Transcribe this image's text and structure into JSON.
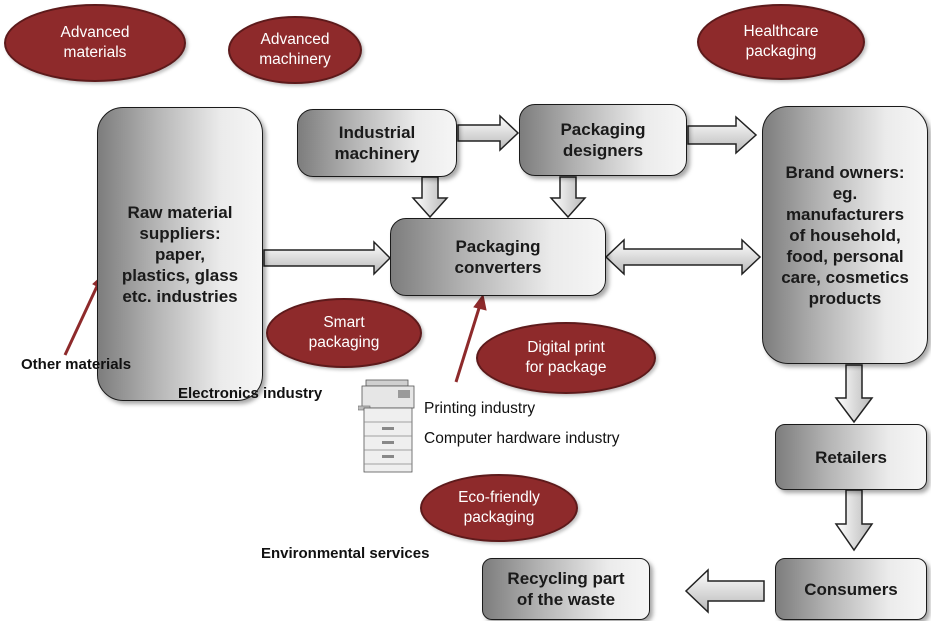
{
  "boxes": {
    "raw_material": "Raw material\nsuppliers:\npaper,\nplastics, glass\netc. industries",
    "industrial_machinery": "Industrial\nmachinery",
    "packaging_designers": "Packaging\ndesigners",
    "packaging_converters": "Packaging\nconverters",
    "brand_owners": "Brand owners:\neg.\nmanufacturers\nof household,\nfood, personal\ncare, cosmetics\nproducts",
    "retailers": "Retailers",
    "consumers": "Consumers",
    "recycling": "Recycling part\nof the waste"
  },
  "ovals": {
    "advanced_materials": "Advanced\nmaterials",
    "advanced_machinery": "Advanced\nmachinery",
    "healthcare_packaging": "Healthcare\npackaging",
    "smart_packaging": "Smart\npackaging",
    "digital_print": "Digital print\nfor package",
    "eco_friendly": "Eco-friendly\npackaging"
  },
  "labels": {
    "other_materials": "Other materials",
    "electronics_industry": "Electronics industry",
    "printing_industry": "Printing industry",
    "computer_hardware_industry": "Computer hardware industry",
    "environmental_services": "Environmental services"
  },
  "colors": {
    "oval_fill": "#8e2a2b",
    "pointer_line": "#8e2a2b",
    "box_gradient_dark": "#7d7d7d",
    "box_gradient_light": "#f6f6f6"
  },
  "icons": {
    "printer": "printer-copier-icon"
  }
}
